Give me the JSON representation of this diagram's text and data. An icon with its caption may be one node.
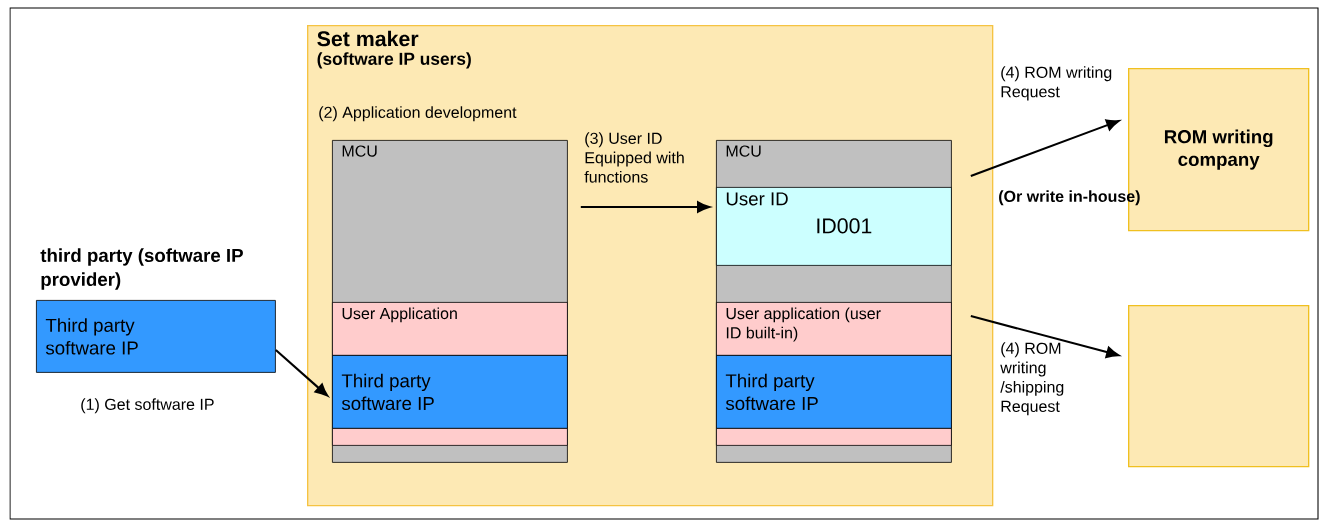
{
  "diagram": {
    "nodes": [
      {
        "text": [
          "Set maker",
          "(software IP users)"
        ]
      },
      {
        "text": [
          "MCU"
        ],
        "in": 0
      },
      {
        "text": [
          "User Application"
        ],
        "in": 1
      },
      {
        "text": [
          "Third party software IP"
        ],
        "in": 1
      },
      {
        "text": [],
        "shape": "box",
        "in": 1
      },
      {
        "text": [
          "MCU"
        ],
        "in": 0
      },
      {
        "text": [
          "User ID",
          "ID001"
        ],
        "in": 5
      },
      {
        "text": [
          "User application (user ID built-in)"
        ],
        "in": 5
      },
      {
        "text": [
          "Third party software IP"
        ],
        "in": 5
      },
      {
        "text": [],
        "shape": "box",
        "in": 5
      },
      {
        "text": [
          "third party (software IP provider)",
          "Third party software IP"
        ]
      },
      {
        "text": [
          "ROM writing company"
        ]
      },
      {
        "text": [],
        "shape": "box"
      }
    ],
    "edges": [
      {
        "from": 10,
        "to": 3,
        "arrow": "to",
        "label": "(1) Get software IP"
      },
      {
        "from": 1,
        "to": 5,
        "arrow": "to",
        "label": "(3) User ID Equipped with functions"
      },
      {
        "from": 5,
        "to": 11,
        "arrow": "to",
        "label": "(4) ROM writing Request"
      },
      {
        "from": 5,
        "to": 12,
        "arrow": "to",
        "label": "(4) ROM writing /shipping Request"
      }
    ],
    "labels": [
      "(2) Application development",
      "(Or write in-house)"
    ]
  }
}
